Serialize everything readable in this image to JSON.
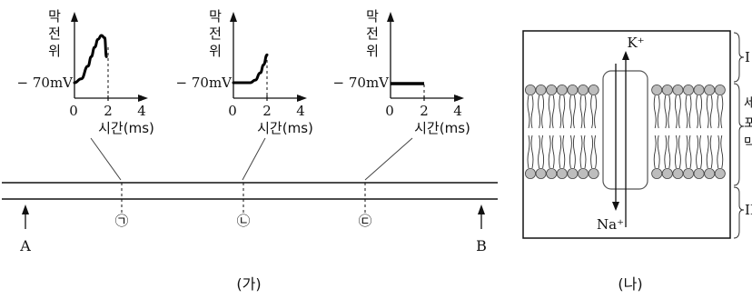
{
  "axis": {
    "ylabel_chars": [
      "막",
      "전",
      "위"
    ],
    "y_tick": "− 70mV",
    "x_ticks": [
      "0",
      "2",
      "4"
    ],
    "xlabel": "시간(ms)"
  },
  "points": [
    "㉠",
    "㉡",
    "㉢"
  ],
  "ends": {
    "left": "A",
    "right": "B"
  },
  "captions": {
    "left": "(가)",
    "right": "(나)"
  },
  "membrane": {
    "k_label": "K⁺",
    "na_label": "Na⁺",
    "regions": {
      "top": "I",
      "middle_chars": [
        "세",
        "포",
        "막"
      ],
      "bottom": "II"
    }
  },
  "chart_data": [
    {
      "type": "line",
      "title": "",
      "xlabel": "시간(ms)",
      "ylabel": "막전위",
      "x_ticks": [
        0,
        2,
        4
      ],
      "y_tick_label": "-70mV",
      "x": [
        0,
        0.4,
        0.8,
        1.0,
        1.2,
        1.4,
        1.6,
        1.8,
        1.9
      ],
      "y_rel": [
        0,
        0.08,
        0.35,
        0.55,
        0.75,
        0.92,
        1.0,
        0.95,
        0.55
      ]
    },
    {
      "type": "line",
      "title": "",
      "xlabel": "시간(ms)",
      "ylabel": "막전위",
      "x_ticks": [
        0,
        2,
        4
      ],
      "y_tick_label": "-70mV",
      "x": [
        0,
        1.0,
        1.3,
        1.6,
        1.8,
        2.0
      ],
      "y_rel": [
        0,
        0,
        0.08,
        0.3,
        0.55,
        0.85
      ]
    },
    {
      "type": "line",
      "title": "",
      "xlabel": "시간(ms)",
      "ylabel": "막전위",
      "x_ticks": [
        0,
        2,
        4
      ],
      "y_tick_label": "-70mV",
      "x": [
        0,
        2
      ],
      "y_rel": [
        0,
        0
      ]
    }
  ]
}
